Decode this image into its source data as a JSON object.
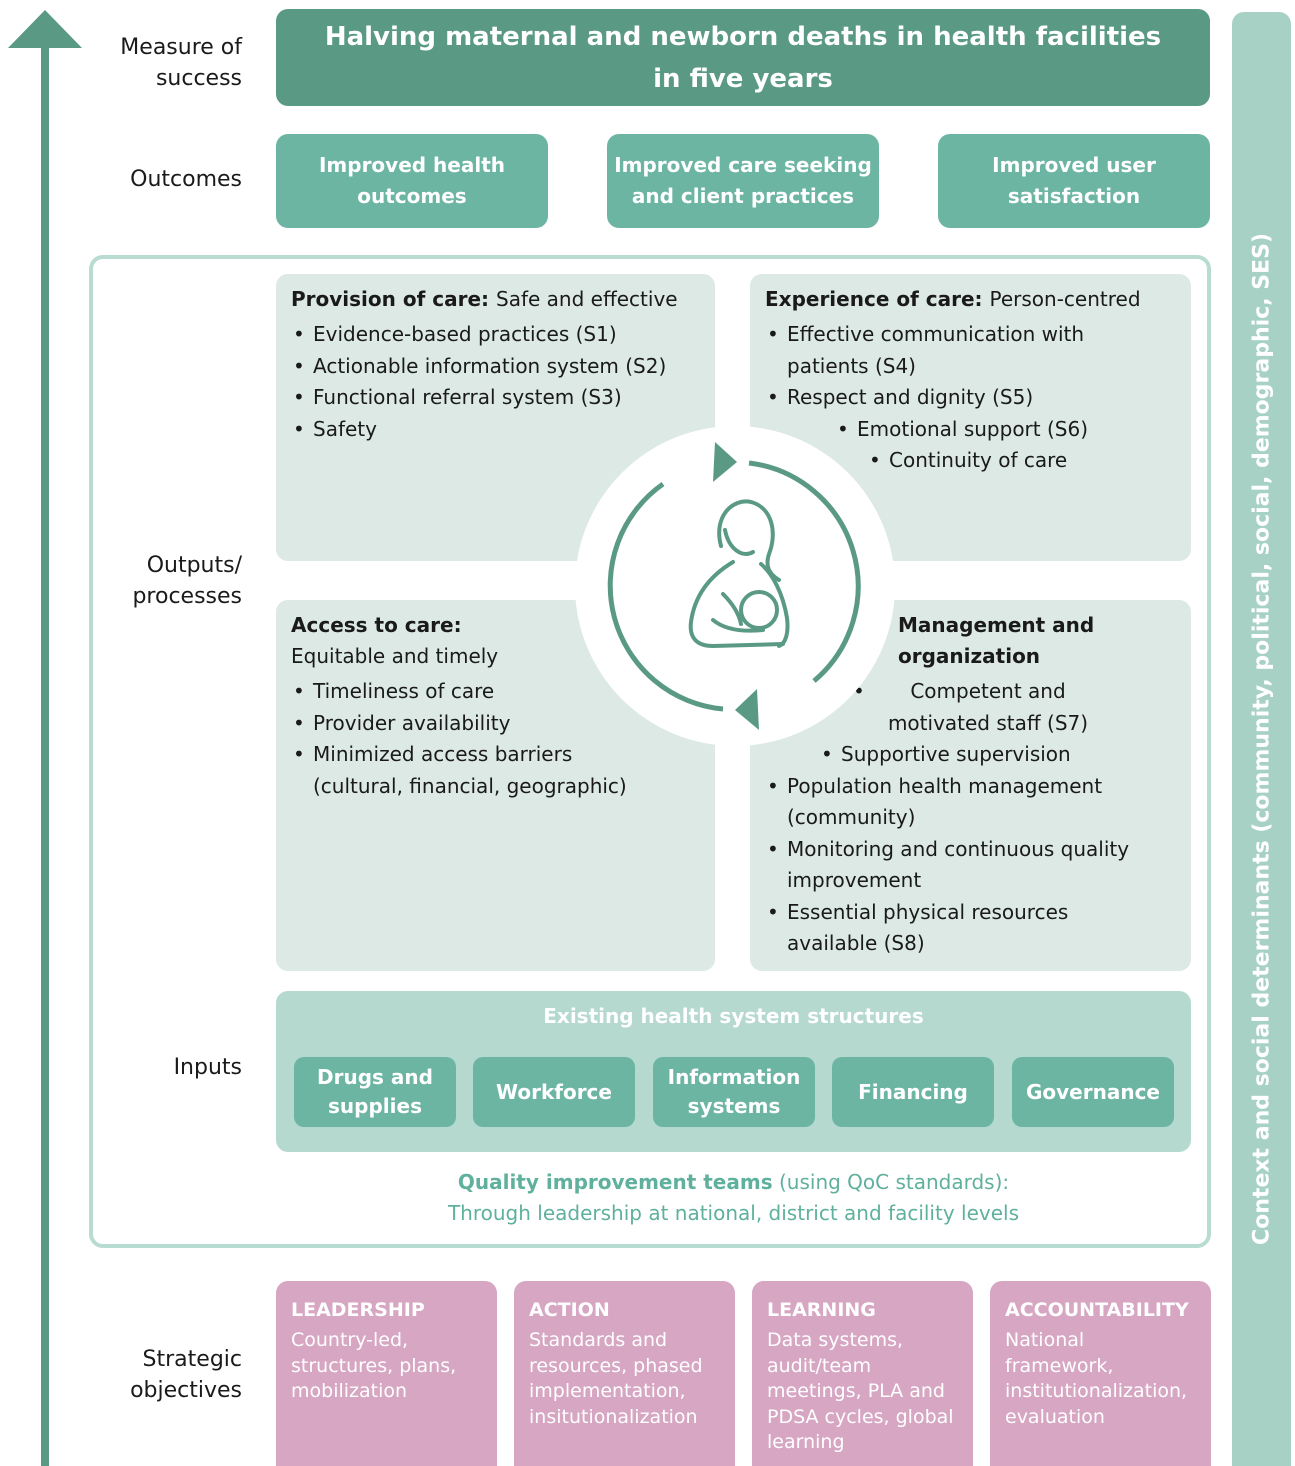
{
  "colors": {
    "dark_green": "#5a9a85",
    "mid_green": "#6db5a3",
    "light_green": "#dce9e5",
    "input_bg": "#b5d8cf",
    "frame": "#b8dbd2",
    "pink": "#d6a6c3",
    "context": "#a8d1c6",
    "qi_text": "#5fb09c"
  },
  "row_labels": {
    "measure": "Measure of\nsuccess",
    "outcomes": "Outcomes",
    "outputs": "Outputs/\nprocesses",
    "inputs": "Inputs",
    "strategic": "Strategic\nobjectives"
  },
  "measure_of_success": "Halving maternal and newborn deaths in health facilities in five years",
  "outcomes": [
    "Improved health outcomes",
    "Improved care seeking and client practices",
    "Improved user satisfaction"
  ],
  "quadrants": {
    "provision": {
      "title": "Provision of care:",
      "subtitle": "Safe and effective",
      "items": [
        "Evidence-based practices (S1)",
        "Actionable information system (S2)",
        "Functional referral system (S3)",
        "Safety"
      ]
    },
    "experience": {
      "title": "Experience of care:",
      "subtitle": "Person-centred",
      "items": [
        "Effective communication with patients (S4)",
        "Respect and dignity (S5)",
        "Emotional support (S6)",
        "Continuity of care"
      ]
    },
    "access": {
      "title": "Access to care:",
      "subtitle": "Equitable and timely",
      "items": [
        "Timeliness of care",
        "Provider availability",
        "Minimized access barriers (cultural, financial, geographic)"
      ]
    },
    "management": {
      "title": "Management and organization",
      "items": [
        "Competent and motivated staff (S7)",
        "Supportive supervision",
        "Population health management (community)",
        "Monitoring and continuous quality improvement",
        "Essential physical resources available (S8)"
      ]
    }
  },
  "center_icon": "mother-and-baby-icon",
  "inputs": {
    "title": "Existing health system structures",
    "items": [
      "Drugs and supplies",
      "Workforce",
      "Information systems",
      "Financing",
      "Governance"
    ]
  },
  "qi_teams": {
    "bold": "Quality improvement teams",
    "rest": "(using QoC standards):",
    "line2": "Through leadership at national, district and facility levels"
  },
  "strategic": [
    {
      "title": "LEADERSHIP",
      "text": "Country-led, structures, plans, mobilization"
    },
    {
      "title": "ACTION",
      "text": "Standards and resources, phased implementation, insitutionalization"
    },
    {
      "title": "LEARNING",
      "text": "Data systems, audit/team meetings, PLA and PDSA cycles, global learning"
    },
    {
      "title": "ACCOUNTABILITY",
      "text": "National framework, institutionalization, evaluation"
    }
  ],
  "context": "Context and social determinants (community, political, social, demographic, SES)"
}
